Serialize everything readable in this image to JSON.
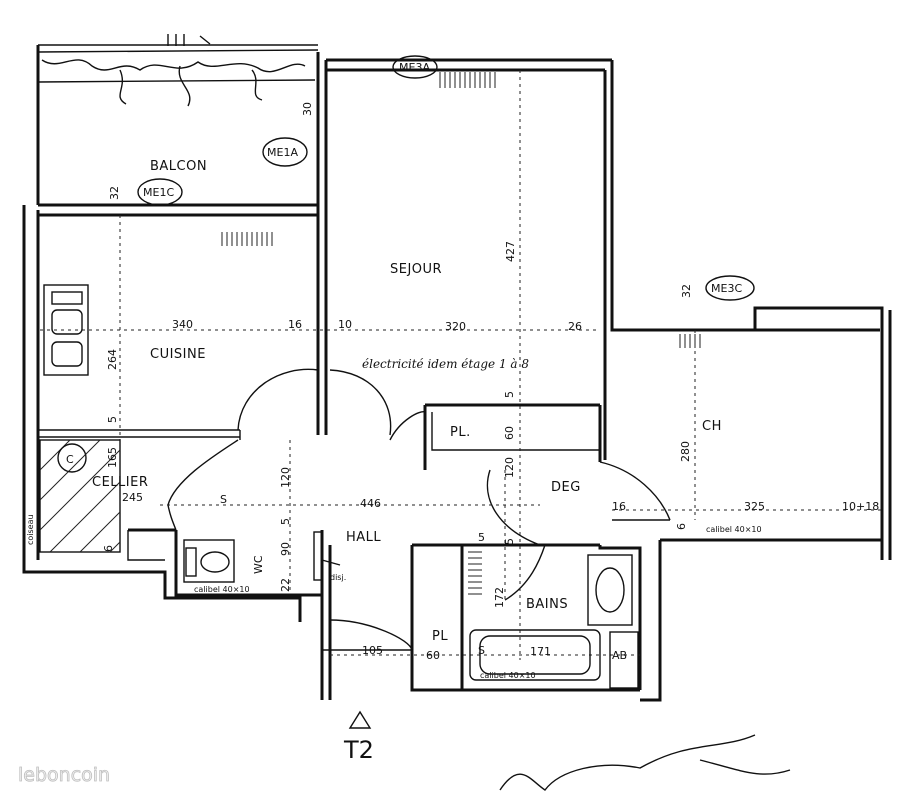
{
  "rooms": {
    "balcon": "BALCON",
    "sejour": "SEJOUR",
    "cuisine": "CUISINE",
    "cellier": "CELLIER",
    "hall": "HALL",
    "deg": "DEG",
    "ch": "CH",
    "bains": "BAINS",
    "pl_hall": "PL.",
    "pl_bath": "PL",
    "wc": "WC"
  },
  "tags": {
    "top": "ME3A",
    "balcon": "ME1A",
    "kitchen": "ME1C",
    "bedroom": "ME3C"
  },
  "note": "électricité idem étage 1 à 8",
  "dimensions": {
    "sejour_depth": "427",
    "kitchen_width": "340",
    "wall_16": "16",
    "wall_10": "10",
    "sejour_width": "320",
    "wall_26": "26",
    "kitchen_depth": "264",
    "wall_5a": "5",
    "cellier_depth": "165",
    "cellier_width": "245",
    "wall_5b": "5",
    "hall_width": "446",
    "hall_120": "120",
    "wall_5c": "5",
    "wc_90": "90",
    "wc_22": "22",
    "pl_60a": "60",
    "wall_5d": "5",
    "deg_120": "120",
    "wall_5e": "5",
    "bath_172": "172",
    "deg_16": "16",
    "ch_depth": "280",
    "ch_width": "325",
    "ch_wall": "10+18",
    "ch_32": "32",
    "wall_6": "6",
    "hall_105": "105",
    "pl_60b": "60",
    "bath_s": "S",
    "bath_171": "171",
    "bath_ab": "AB",
    "cellier_6": "6",
    "balcon_30": "30",
    "kitchen_32": "32",
    "wall_s": "S",
    "cellier_c": "C"
  },
  "calibrations": {
    "bedroom": "calibel 40×10",
    "wc": "calibel 40×10",
    "bath": "calibel 40×10"
  },
  "misc": {
    "disj": "disj.",
    "coiseau": "coiseau",
    "plan_type": "T2"
  },
  "watermark": "leboncoin"
}
